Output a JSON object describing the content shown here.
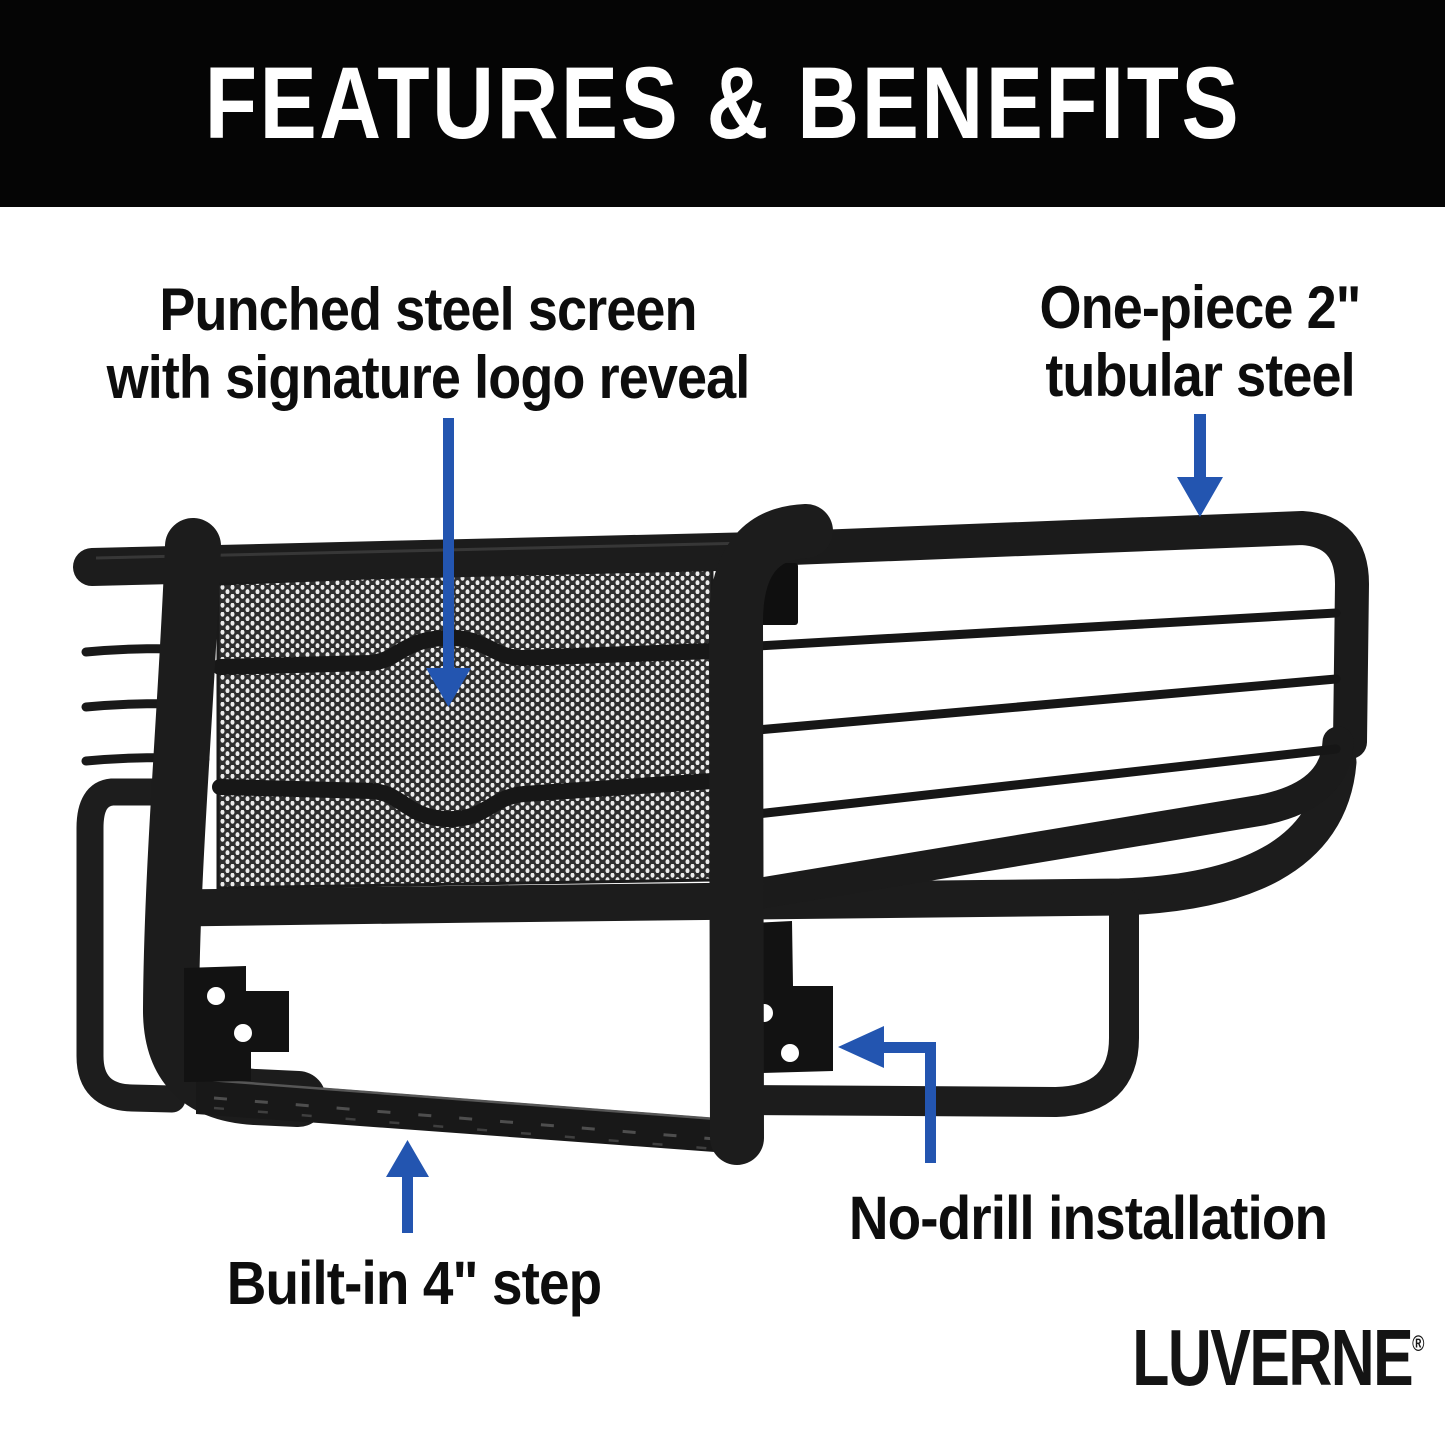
{
  "header": {
    "title": "FEATURES & BENEFITS",
    "bg_color": "#050505",
    "text_color": "#ffffff"
  },
  "callouts": [
    {
      "id": "punched-steel-screen",
      "lines": {
        "line1": "Punched steel screen",
        "line2": "with signature logo reveal"
      },
      "arrow": "down"
    },
    {
      "id": "one-piece-tubular-steel",
      "lines": {
        "line1": "One-piece 2\"",
        "line2": "tubular steel"
      },
      "arrow": "down"
    },
    {
      "id": "no-drill-installation",
      "lines": {
        "line1": "No-drill installation"
      },
      "arrow": "left"
    },
    {
      "id": "built-in-step",
      "lines": {
        "line1": "Built-in 4\" step"
      },
      "arrow": "up"
    }
  ],
  "brand": {
    "logo_text": "LUVERNE",
    "registered_mark": "®"
  },
  "colors": {
    "arrow_blue": "#2355b0",
    "label_text": "#0d0d0d",
    "product_black": "#1c1c1c",
    "background": "#ffffff"
  }
}
